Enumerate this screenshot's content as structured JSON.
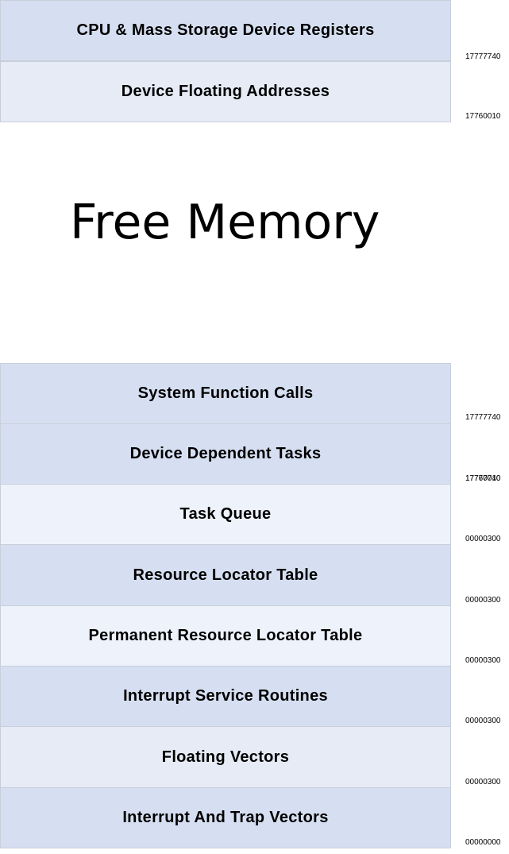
{
  "upper_region": {
    "blocks": [
      {
        "label": "CPU & Mass Storage Device Registers",
        "address": "17777740"
      },
      {
        "label": "Device Floating Addresses",
        "address": "17760010"
      }
    ]
  },
  "free_memory": {
    "label": "Free Memory"
  },
  "lower_region": {
    "blocks": [
      {
        "label": "System Function Calls",
        "address": "17777740"
      },
      {
        "label": "Device Dependent Tasks",
        "address_a": "17760010",
        "address_b": "17777740"
      },
      {
        "label": "Task Queue",
        "address": "00000300"
      },
      {
        "label": "Resource Locator Table",
        "address": "00000300"
      },
      {
        "label": "Permanent Resource Locator Table",
        "address": "00000300"
      },
      {
        "label": "Interrupt Service Routines",
        "address": "00000300"
      },
      {
        "label": "Floating Vectors",
        "address": "00000300"
      },
      {
        "label": "Interrupt And Trap Vectors",
        "address": "00000000"
      }
    ]
  },
  "colors": {
    "block_dark": "#d6dff1",
    "block_mid": "#e6ebf6",
    "block_light": "#eef2fa",
    "border": "#c9cfda",
    "text": "#000000"
  }
}
